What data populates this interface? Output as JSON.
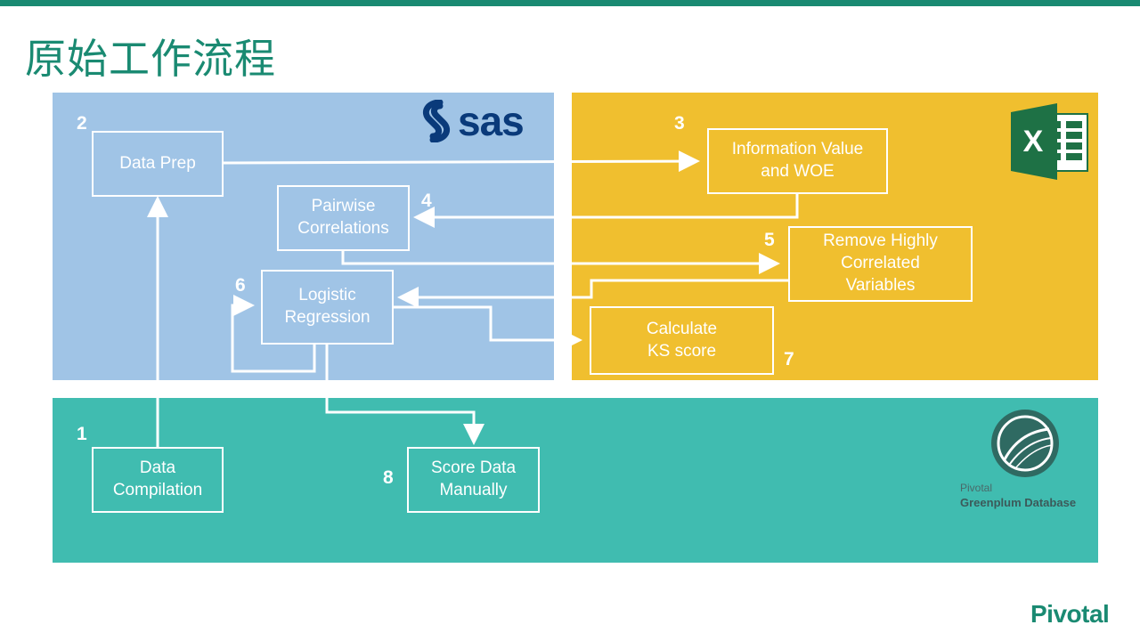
{
  "slide": {
    "title": "原始工作流程",
    "footer_logo": "Pivotal"
  },
  "colors": {
    "accent": "#1a8a72",
    "sas_region": "#a0c4e6",
    "excel_region": "#f0bf2f",
    "greenplum_region": "#40bcb0",
    "sas_brand": "#0a3a7a",
    "excel_brand": "#1e7145"
  },
  "logos": {
    "sas": {
      "text": "sas",
      "icon": "sas-swirl-icon"
    },
    "excel": {
      "letter": "X",
      "icon": "excel-icon"
    },
    "greenplum": {
      "line1": "Pivotal",
      "line2": "Greenplum Database",
      "icon": "greenplum-sphere-icon"
    }
  },
  "steps": [
    {
      "num": "1",
      "label": "Data\nCompilation"
    },
    {
      "num": "2",
      "label": "Data Prep"
    },
    {
      "num": "3",
      "label": "Information Value\nand WOE"
    },
    {
      "num": "4",
      "label": "Pairwise\nCorrelations"
    },
    {
      "num": "5",
      "label": "Remove Highly\nCorrelated\nVariables"
    },
    {
      "num": "6",
      "label": "Logistic\nRegression"
    },
    {
      "num": "7",
      "label": "Calculate\nKS score"
    },
    {
      "num": "8",
      "label": "Score Data\nManually"
    }
  ]
}
